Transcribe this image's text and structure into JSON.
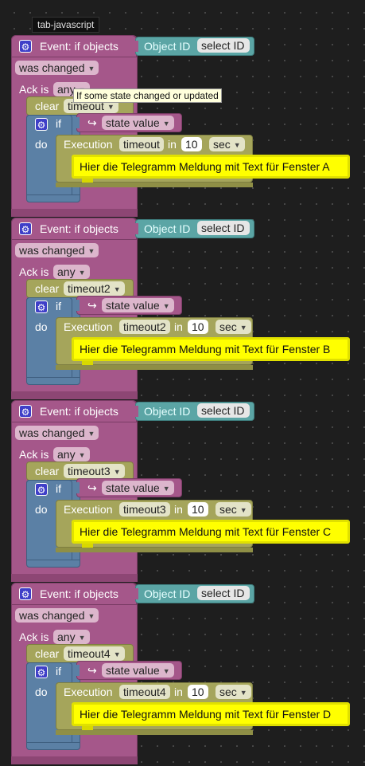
{
  "tab": {
    "label": "tab-javascript"
  },
  "tooltip": {
    "text": "If some state changed or updated"
  },
  "icons": {
    "gear": "gear-icon",
    "arrow": "return-arrow-icon"
  },
  "colors": {
    "background": "#1e1e1e",
    "event_block": "#a5578a",
    "timeout_block": "#a5a55b",
    "logic_block": "#5b80a5",
    "object_block": "#5ba5a5",
    "message_block": "#ffff00"
  },
  "groups": [
    {
      "event_label": "Event: if objects",
      "object_label": "Object ID",
      "select_id": "select ID",
      "trigger": "was changed",
      "ack_label": "Ack is",
      "ack_value": "any",
      "clear_label": "clear",
      "timeout_name": "timeout",
      "if_label": "if",
      "condition_arrow": "↪",
      "condition_value": "state value",
      "do_label": "do",
      "execution_label": "Execution",
      "in_label": "in",
      "delay_value": "10",
      "unit": "sec",
      "message": "Hier die Telegramm Meldung mit Text für Fenster A"
    },
    {
      "event_label": "Event: if objects",
      "object_label": "Object ID",
      "select_id": "select ID",
      "trigger": "was changed",
      "ack_label": "Ack is",
      "ack_value": "any",
      "clear_label": "clear",
      "timeout_name": "timeout2",
      "if_label": "if",
      "condition_arrow": "↪",
      "condition_value": "state value",
      "do_label": "do",
      "execution_label": "Execution",
      "in_label": "in",
      "delay_value": "10",
      "unit": "sec",
      "message": "Hier die Telegramm Meldung mit Text für Fenster B"
    },
    {
      "event_label": "Event: if objects",
      "object_label": "Object ID",
      "select_id": "select ID",
      "trigger": "was changed",
      "ack_label": "Ack is",
      "ack_value": "any",
      "clear_label": "clear",
      "timeout_name": "timeout3",
      "if_label": "if",
      "condition_arrow": "↪",
      "condition_value": "state value",
      "do_label": "do",
      "execution_label": "Execution",
      "in_label": "in",
      "delay_value": "10",
      "unit": "sec",
      "message": "Hier die Telegramm Meldung mit Text für Fenster C"
    },
    {
      "event_label": "Event: if objects",
      "object_label": "Object ID",
      "select_id": "select ID",
      "trigger": "was changed",
      "ack_label": "Ack is",
      "ack_value": "any",
      "clear_label": "clear",
      "timeout_name": "timeout4",
      "if_label": "if",
      "condition_arrow": "↪",
      "condition_value": "state value",
      "do_label": "do",
      "execution_label": "Execution",
      "in_label": "in",
      "delay_value": "10",
      "unit": "sec",
      "message": "Hier die Telegramm Meldung mit Text für Fenster D"
    }
  ]
}
